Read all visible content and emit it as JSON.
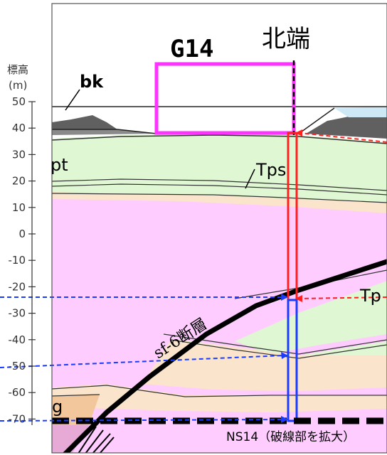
{
  "axis": {
    "title_line1": "標高",
    "title_line2": "(m)",
    "ticks": [
      "50",
      "40",
      "30",
      "20",
      "10",
      "0",
      "-10",
      "-20",
      "-30",
      "-40",
      "-50",
      "-60",
      "-70"
    ]
  },
  "labels": {
    "section_id": "G14",
    "north_end": "北端",
    "bk": "bk",
    "pt": "pt",
    "tps": "Tps",
    "tp_right": "Tp",
    "fault": "sf-6断層",
    "g": "g",
    "caption": "NS14（破線部を拡大）"
  },
  "colors": {
    "magenta_box": "#ff33ff",
    "red_line": "#ff2020",
    "blue_line": "#1a3cff",
    "fault_line": "#000000",
    "layer_pink": "#ffccff",
    "layer_green": "#dff7d2",
    "layer_peach": "#fbe4cc",
    "layer_orange": "#f3c79c",
    "layer_gray": "#606060",
    "layer_lightblue": "#cfe8f5"
  }
}
